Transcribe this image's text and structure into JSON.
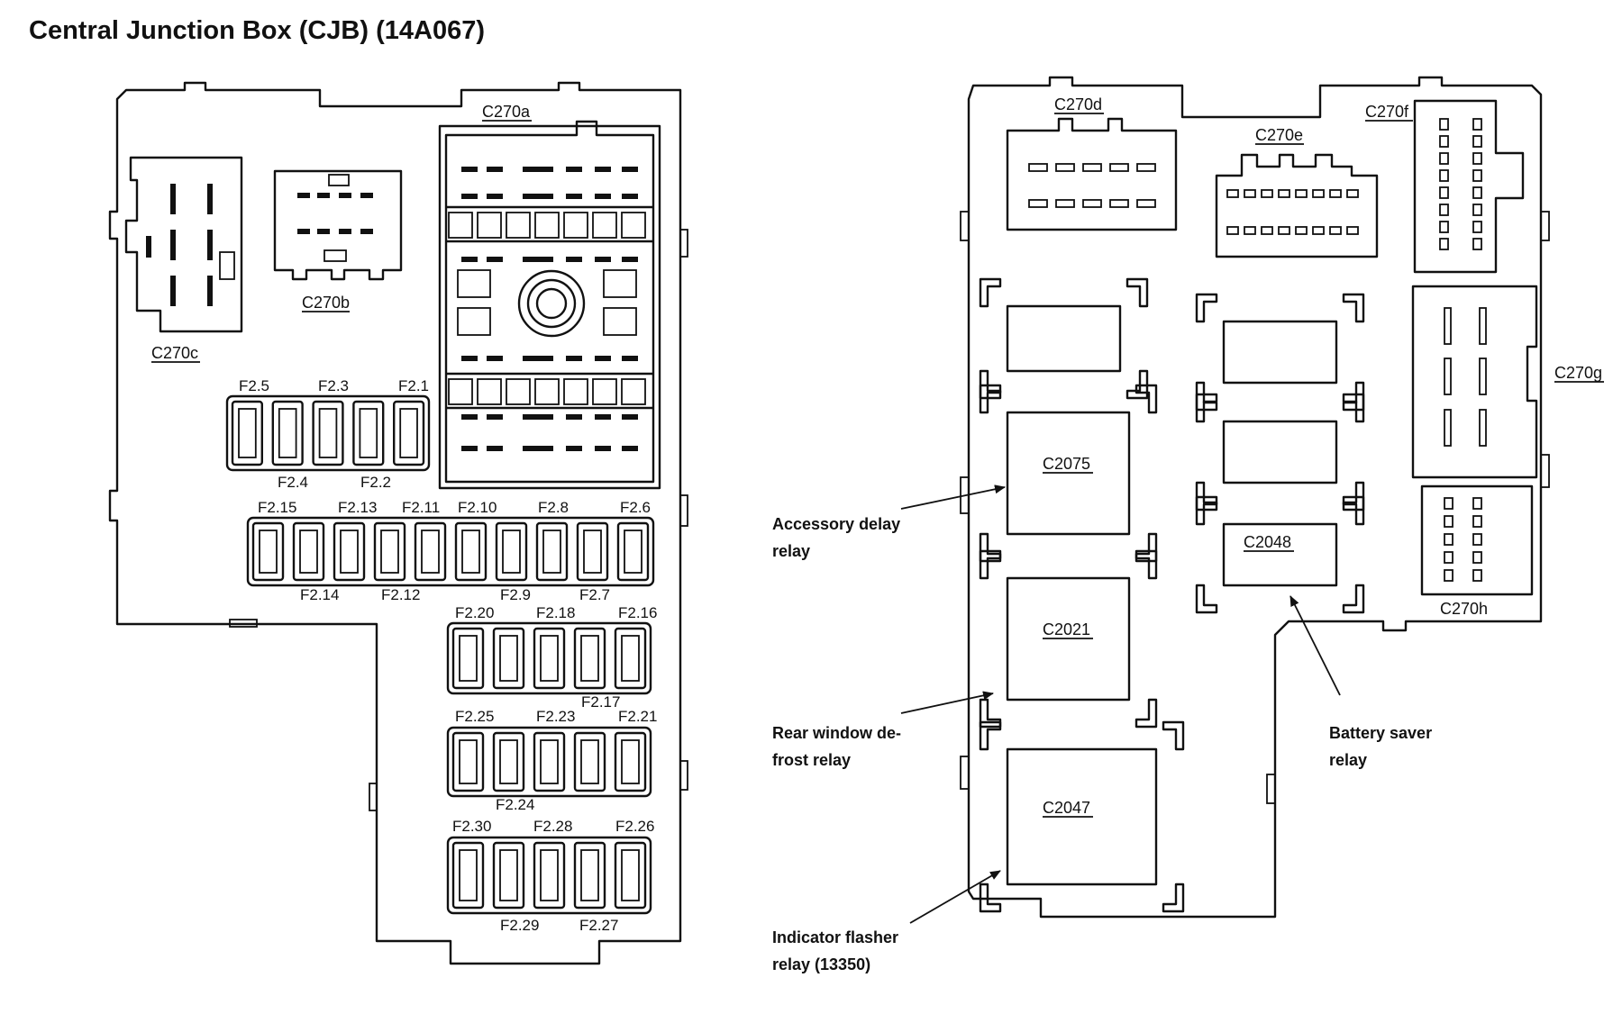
{
  "title": "Central Junction Box (CJB) (14A067)",
  "left_connectors": {
    "c270a": "C270a",
    "c270b": "C270b",
    "c270c": "C270c"
  },
  "fuse_labels": {
    "f2_1": "F2.1",
    "f2_2": "F2.2",
    "f2_3": "F2.3",
    "f2_4": "F2.4",
    "f2_5": "F2.5",
    "f2_6": "F2.6",
    "f2_7": "F2.7",
    "f2_8": "F2.8",
    "f2_9": "F2.9",
    "f2_10": "F2.10",
    "f2_11": "F2.11",
    "f2_12": "F2.12",
    "f2_13": "F2.13",
    "f2_14": "F2.14",
    "f2_15": "F2.15",
    "f2_16": "F2.16",
    "f2_17": "F2.17",
    "f2_18": "F2.18",
    "f2_20": "F2.20",
    "f2_21": "F2.21",
    "f2_23": "F2.23",
    "f2_24": "F2.24",
    "f2_25": "F2.25",
    "f2_26": "F2.26",
    "f2_27": "F2.27",
    "f2_28": "F2.28",
    "f2_29": "F2.29",
    "f2_30": "F2.30"
  },
  "right_connectors": {
    "c270d": "C270d",
    "c270e": "C270e",
    "c270f": "C270f",
    "c270g": "C270g",
    "c270h": "C270h",
    "c2075": "C2075",
    "c2048": "C2048",
    "c2021": "C2021",
    "c2047": "C2047"
  },
  "callouts": {
    "accessory_delay_l1": "Accessory delay",
    "accessory_delay_l2": "relay",
    "rear_window_l1": "Rear window de-",
    "rear_window_l2": "frost relay",
    "indicator_l1": "Indicator flasher",
    "indicator_l2": "relay (13350)",
    "battery_saver_l1": "Battery saver",
    "battery_saver_l2": "relay"
  }
}
